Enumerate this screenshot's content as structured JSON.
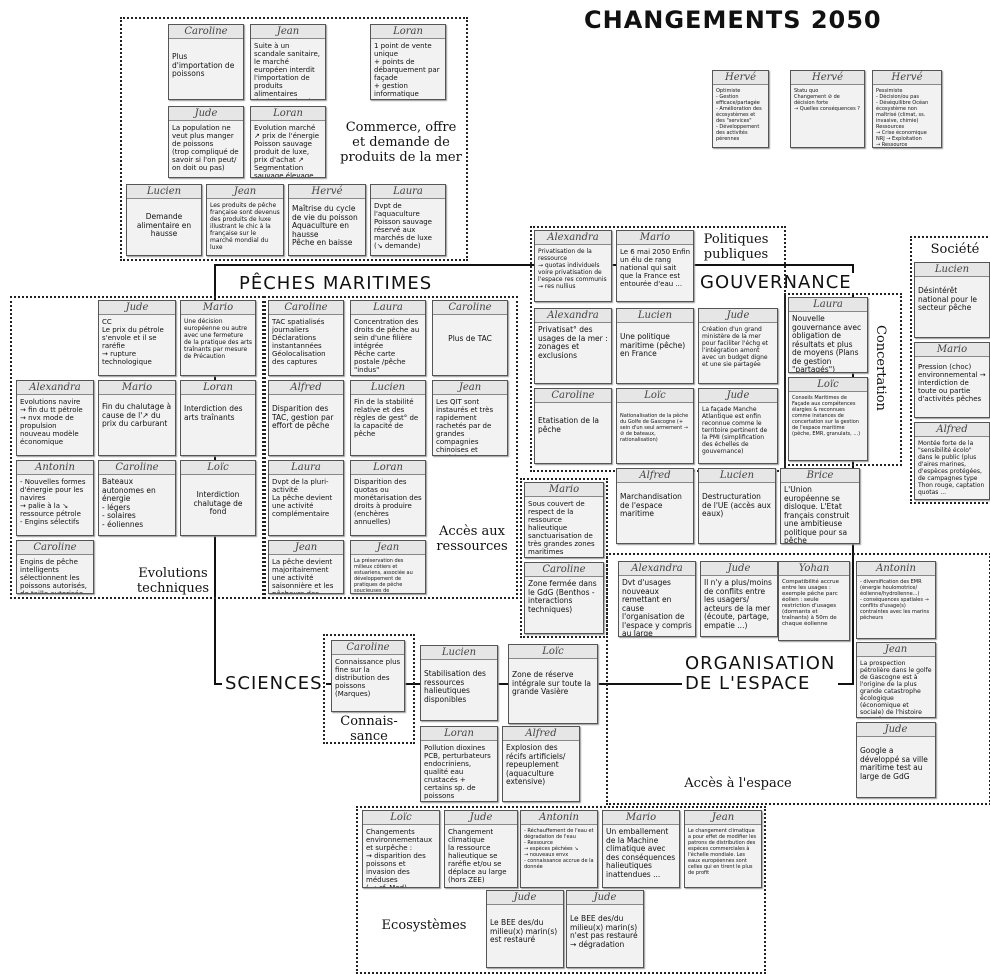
{
  "title": "CHANGEMENTS 2050",
  "axes": {
    "peches": "PÊCHES MARITIMES",
    "gouvernance": "GOUVERNANCE",
    "sciences": "SCIENCES",
    "organisation": "ORGANISATION\nDE L'ESPACE"
  },
  "zones": {
    "commerce": "Commerce, offre\net demande de\nproduits de la mer",
    "politiques": "Politiques\npubliques",
    "societe": "Société",
    "concertation": "Concertation",
    "evolutions": "Evolutions\ntechniques",
    "acces_ressources": "Accès aux\nressources",
    "connaissance": "Connais-\nsance",
    "acces_espace": "Accès à l'espace",
    "ecosystemes": "Ecosystèmes"
  },
  "scenarios": [
    {
      "who": "Hervé",
      "text": "Optimiste\n- Gestion efficace/partagée\n- Amélioration des écosystèmes et des \"services\"\n- Développement des activités pérennes"
    },
    {
      "who": "Hervé",
      "text": "Statu quo\nChangement ⊘ de décision forte\n→ Quelles conséquences ?"
    },
    {
      "who": "Hervé",
      "text": "Pessimiste\n- Décision/ou pas\n- Déséquilibre Océan écosystème non maîtrisé (climat, ss. invasive, chimie)\nRessources\n→ Crise économique\nNRJ → Exploitation\n→ Ressource"
    }
  ],
  "cards": {
    "com1": {
      "who": "Caroline",
      "text": "Plus d'importation de poissons"
    },
    "com2": {
      "who": "Jean",
      "text": "Suite à un scandale sanitaire, le marché européen interdit l'importation de produits alimentaires d'origine animale"
    },
    "com3": {
      "who": "Loran",
      "text": "1 point de vente unique\n+ points de débarquement par façade\n+ gestion informatique"
    },
    "com4": {
      "who": "Jude",
      "text": "La population ne veut plus manger de poissons\n(trop compliqué de savoir si l'on peut/ on doit ou pas)"
    },
    "com5": {
      "who": "Loran",
      "text": "Evolution marché\n↗ prix de l'énergie\nPoisson sauvage produit de luxe, prix d'achat ↗\nSegmentation sauvage élevage"
    },
    "com6": {
      "who": "Lucien",
      "text": "Demande alimentaire en hausse"
    },
    "com7": {
      "who": "Jean",
      "text": "Les produits de pêche française sont devenus des produits de luxe illustrant le chic à la française sur le marché mondial du luxe"
    },
    "com8": {
      "who": "Hervé",
      "text": "Maîtrise du cycle de vie du poisson\nAquaculture en hausse\nPêche en baisse"
    },
    "com9": {
      "who": "Laura",
      "text": "Dvpt de l'aquaculture\nPoisson sauvage réservé aux marchés de luxe\n(↘ demande)"
    },
    "evo1": {
      "who": "Jude",
      "text": "CC\nLe prix du pétrole s'envole et il se raréfie\n→ rupture technologique"
    },
    "evo2": {
      "who": "Mario",
      "text": "Une décision européenne ou autre avec une fermeture de la pratique des arts traînants par mesure de Précaution"
    },
    "evo3": {
      "who": "Alexandra",
      "text": "Evolutions navire\n→ fin du tt pétrole\n→ nvx mode de propulsion\nnouveau modèle économique"
    },
    "evo4": {
      "who": "Mario",
      "text": "Fin du chalutage à cause de l'↗ du prix du carburant"
    },
    "evo5": {
      "who": "Loran",
      "text": "Interdiction des arts traînants"
    },
    "evo6": {
      "who": "Antonin",
      "text": "- Nouvelles formes d'énergie pour les navires\n→ palie à la ↘ ressource pétrole\n- Engins sélectifs"
    },
    "evo7": {
      "who": "Caroline",
      "text": "Bateaux autonomes en énergie\n- légers\n- solaires\n- éoliennes"
    },
    "evo8": {
      "who": "Loïc",
      "text": "Interdiction chalutage de fond"
    },
    "evo9": {
      "who": "Caroline",
      "text": "Engins de pêche intelligents sélectionnent les poissons autorisés, de taille autorisée"
    },
    "acc1": {
      "who": "Caroline",
      "text": "TAC spatialisés journaliers\nDéclarations instantannées\nGéolocalisation des captures"
    },
    "acc2": {
      "who": "Laura",
      "text": "Concentration des droits de pêche au sein d'une filière intégrée\nPêche carte postale /pêche \"indus\""
    },
    "acc3": {
      "who": "Caroline",
      "text": "Plus de TAC"
    },
    "acc4": {
      "who": "Alfred",
      "text": "Disparition des TAC, gestion par effort de pêche"
    },
    "acc5": {
      "who": "Lucien",
      "text": "Fin de la stabilité relative et des règles de gest° de la capacité de pêche"
    },
    "acc6": {
      "who": "Jean",
      "text": "Les QIT sont instaurés et très rapidement rachetés par de grandes compagnies chinoises et américaines"
    },
    "acc7": {
      "who": "Laura",
      "text": "Dvpt de la pluri-activité\nLa pêche devient une activité complémentaire"
    },
    "acc8": {
      "who": "Loran",
      "text": "Disparition des quotas ou monétarisation des droits à produire (enchères annuelles)"
    },
    "acc9": {
      "who": "Jean",
      "text": "La pêche devient majoritairement une activité saisonnière et les pêcheurs des pluriactifs"
    },
    "acc10": {
      "who": "Jean",
      "text": "La préservation des milieux côtiers et estuariens, associée au développement de pratiques de pêche soucieuses de l'environnement, a pour effet de rendre compétitives les pêches françaises et européennes"
    },
    "pol1": {
      "who": "Alexandra",
      "text": "Privatisation de la ressource\n→ quotas individuels\nvoire privatisation de l'espace res communis → res nullius"
    },
    "pol2": {
      "who": "Mario",
      "text": "Le 6 mai 2050 Enfin un élu de rang national qui sait que la France est entourée d'eau ..."
    },
    "pol3": {
      "who": "Alexandra",
      "text": "Privatisat° des usages de la mer : zonages et exclusions"
    },
    "pol4": {
      "who": "Lucien",
      "text": "Une politique maritime (pêche) en France"
    },
    "pol5": {
      "who": "Jude",
      "text": "Création d'un grand ministère de la mer pour faciliter l'échg et l'intégration amont avec un budget digne et une sie partagée"
    },
    "pol6": {
      "who": "Caroline",
      "text": "Etatisation de la pêche"
    },
    "pol7": {
      "who": "Loïc",
      "text": "Nationalisation de la pêche du Golfe de Gascogne (+ sein d'un seul armement → ⊘ de bateaux, rationalisation)"
    },
    "pol8": {
      "who": "Jude",
      "text": "La façade Manche Atlantique est enfin reconnue comme le territoire pertinent de la PMI (simplification des échelles de gouvernance)"
    },
    "pol9": {
      "who": "Alfred",
      "text": "Marchandisation de l'espace maritime"
    },
    "pol10": {
      "who": "Lucien",
      "text": "Destructuration de l'UE (accès aux eaux)"
    },
    "pol11": {
      "who": "Brice",
      "text": "L'Union européenne se disloque. L'Etat français construit une ambitieuse politique pour sa pêche"
    },
    "con1": {
      "who": "Laura",
      "text": "Nouvelle gouvernance avec obligation de résultats et plus de moyens (Plans de gestion \"partagés\")"
    },
    "con2": {
      "who": "Loïc",
      "text": "Conseils Maritimes de Façade aux compétences élargies & reconnues comme instances de concertation sur la gestion de l'espace maritime (pêche, EMR, granulats, ...)"
    },
    "soc1": {
      "who": "Lucien",
      "text": "Désintérêt national pour le secteur pêche"
    },
    "soc2": {
      "who": "Mario",
      "text": "Pression (choc) environnemental → interdiction de toute ou partie d'activités pêches"
    },
    "soc3": {
      "who": "Alfred",
      "text": "Montée forte de la \"sensibilité écolo\" dans le public (plus d'aires marines, d'espèces protégées, de campagnes type Thon rouge, captation quotas ..."
    },
    "mid1": {
      "who": "Mario",
      "text": "Sous couvert de respect de la ressource halieutique sanctuarisation de très grandes zones maritimes"
    },
    "mid2": {
      "who": "Caroline",
      "text": "Zone fermée dans le GdG (Benthos - interactions techniques)"
    },
    "mid3": {
      "who": "Loïc",
      "text": "Zone de réserve intégrale sur toute la grande Vasière"
    },
    "esp1": {
      "who": "Alexandra",
      "text": "Dvt d'usages nouveaux remettant en cause l'organisation de l'espace y compris au large"
    },
    "esp2": {
      "who": "Jude",
      "text": "Il n'y a plus/moins de conflits entre les usagers/ acteurs de la mer (écoute, partage, empatie ...)"
    },
    "esp3": {
      "who": "Yohan",
      "text": "Compatibilité accrue entre les usages :\nexemple pêche parc éolien : seule restriction d'usages (dormants et traînants) à 50m de chaque éolienne"
    },
    "esp4": {
      "who": "Antonin",
      "text": "- diversification des EMR (énergie houlomotrice/ éolienne/hydrolienne...)\n- conséquences spatiales → conflits d'usage(s) contraintes avec les marins pêcheurs"
    },
    "esp5": {
      "who": "Jean",
      "text": "La prospection pétrolière dans le golfe de Gascogne est à l'origine de la plus grande catastrophe écologique (économique et sociale) de l'histoire européenne"
    },
    "esp6": {
      "who": "Jude",
      "text": "Google a développé sa ville maritime test au large de GdG"
    },
    "sci1": {
      "who": "Caroline",
      "text": "Connaissance plus fine sur la distribution des poissons (Marques)"
    },
    "sci2": {
      "who": "Lucien",
      "text": "Stabilisation des ressources halieutiques disponibles"
    },
    "sci3": {
      "who": "Loran",
      "text": "Pollution dioxines PCB, perturbateurs endocriniens, qualité eau\ncrustacés + certains sp. de poissons"
    },
    "sci4": {
      "who": "Alfred",
      "text": "Explosion des récifs artificiels/ repeuplement (aquaculture extensive)"
    },
    "eco1": {
      "who": "Loïc",
      "text": "Changements environnementaux et surpêche :\n→ disparition des poissons et invasion des méduses\n( → cf. Med)"
    },
    "eco2": {
      "who": "Jude",
      "text": "Changement climatique\nla ressource halieutique se raréfie et/ou se déplace au large (hors ZEE)"
    },
    "eco3": {
      "who": "Antonin",
      "text": "- Réchauffement de l'eau et dégradation de l'eau\n- Ressource\n→ espèces pêchées ↘\n→ nouveaux envx\n- connaissance accrue de la donnée"
    },
    "eco4": {
      "who": "Mario",
      "text": "Un emballement de la Machine climatique avec des conséquences halieutiques inattendues ..."
    },
    "eco5": {
      "who": "Jean",
      "text": "Le changement climatique a pour effet de modifier les patrons de distribution des espèces commerciales à l'échelle mondiale. Les eaux européennes sont celles qui en tirent le plus de profit"
    },
    "eco6": {
      "who": "Jude",
      "text": "Le BEE des/du milieu(x) marin(s) est restauré"
    },
    "eco7": {
      "who": "Jude",
      "text": "Le BEE des/du milieu(x) marin(s) n'est pas restauré\n→ dégradation"
    }
  }
}
